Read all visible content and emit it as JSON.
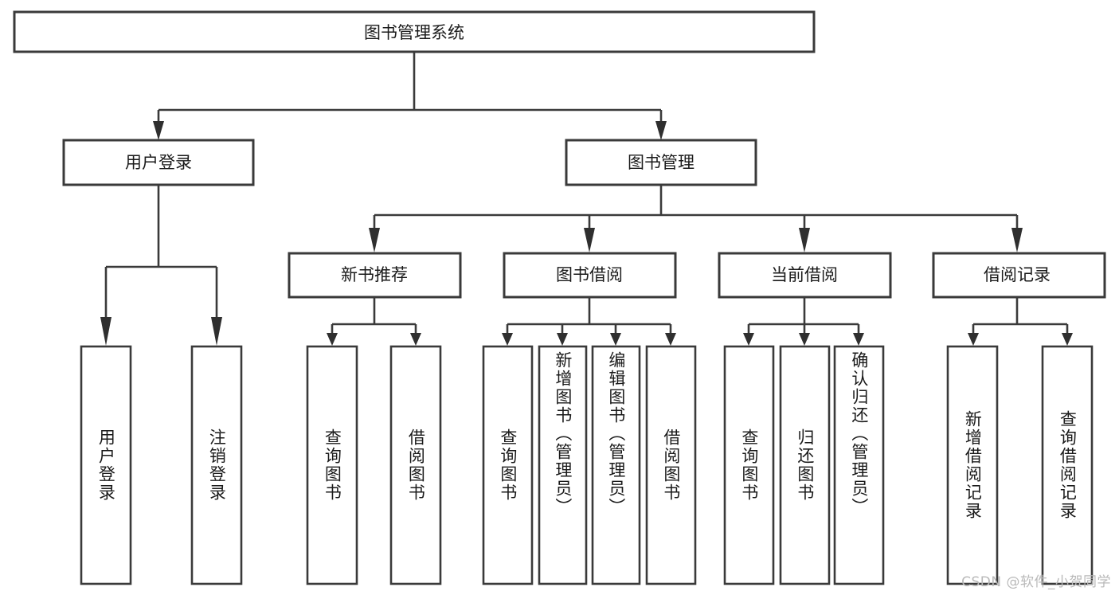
{
  "diagram": {
    "title": "图书管理系统",
    "type": "tree",
    "root": {
      "id": "root",
      "label": "图书管理系统",
      "orientation": "horizontal"
    },
    "level2": [
      {
        "id": "user-login",
        "label": "用户登录",
        "orientation": "horizontal"
      },
      {
        "id": "book-manage",
        "label": "图书管理",
        "orientation": "horizontal"
      }
    ],
    "level3": [
      {
        "id": "new-book-recommend",
        "label": "新书推荐",
        "parent": "book-manage",
        "orientation": "horizontal"
      },
      {
        "id": "book-borrow",
        "label": "图书借阅",
        "parent": "book-manage",
        "orientation": "horizontal"
      },
      {
        "id": "current-borrow",
        "label": "当前借阅",
        "parent": "book-manage",
        "orientation": "horizontal"
      },
      {
        "id": "borrow-record",
        "label": "借阅记录",
        "parent": "book-manage",
        "orientation": "horizontal"
      }
    ],
    "leaves": [
      {
        "id": "leaf-user-login",
        "label": "用户登录",
        "parent": "user-login",
        "orientation": "vertical"
      },
      {
        "id": "leaf-logout",
        "label": "注销登录",
        "parent": "user-login",
        "orientation": "vertical"
      },
      {
        "id": "leaf-query-book-1",
        "label": "查询图书",
        "parent": "new-book-recommend",
        "orientation": "vertical"
      },
      {
        "id": "leaf-borrow-book-1",
        "label": "借阅图书",
        "parent": "new-book-recommend",
        "orientation": "vertical"
      },
      {
        "id": "leaf-query-book-2",
        "label": "查询图书",
        "parent": "book-borrow",
        "orientation": "vertical"
      },
      {
        "id": "leaf-add-book",
        "label": "新增图书（管理员）",
        "parent": "book-borrow",
        "orientation": "vertical"
      },
      {
        "id": "leaf-edit-book",
        "label": "编辑图书（管理员）",
        "parent": "book-borrow",
        "orientation": "vertical"
      },
      {
        "id": "leaf-borrow-book-2",
        "label": "借阅图书",
        "parent": "book-borrow",
        "orientation": "vertical"
      },
      {
        "id": "leaf-query-book-3",
        "label": "查询图书",
        "parent": "current-borrow",
        "orientation": "vertical"
      },
      {
        "id": "leaf-return-book",
        "label": "归还图书",
        "parent": "current-borrow",
        "orientation": "vertical"
      },
      {
        "id": "leaf-confirm-return",
        "label": "确认归还（管理员）",
        "parent": "current-borrow",
        "orientation": "vertical"
      },
      {
        "id": "leaf-add-record",
        "label": "新增借阅记录",
        "parent": "borrow-record",
        "orientation": "vertical"
      },
      {
        "id": "leaf-query-record",
        "label": "查询借阅记录",
        "parent": "borrow-record",
        "orientation": "vertical"
      }
    ],
    "colors": {
      "stroke": "#3a3a3a",
      "fill": "#ffffff",
      "text": "#1a1a1a",
      "watermark": "#b9b9b9",
      "background": "#ffffff"
    }
  },
  "watermark": {
    "text": "CSDN @软件_小贺同学"
  }
}
